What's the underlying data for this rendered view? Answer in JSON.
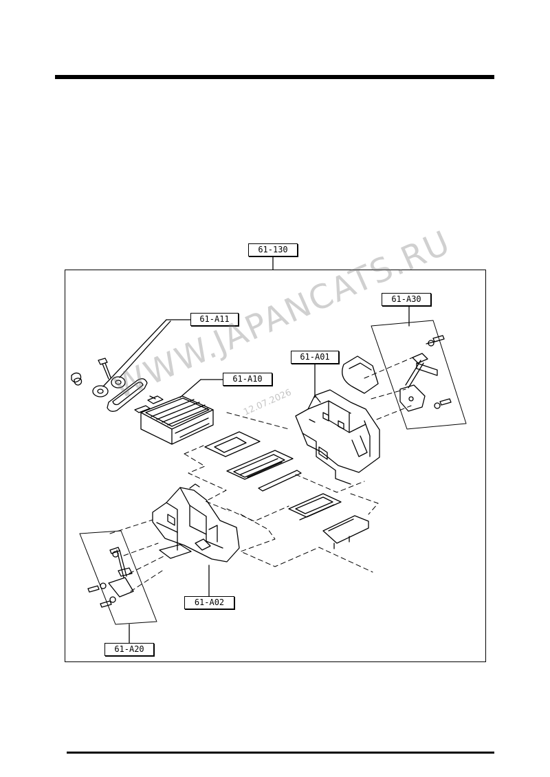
{
  "labels": {
    "assembly": "61-130",
    "a11": "61-A11",
    "a10": "61-A10",
    "a01": "61-A01",
    "a30": "61-A30",
    "a02": "61-A02",
    "a20": "61-A20"
  },
  "watermark": {
    "text": "WWW.JAPANCATS.RU",
    "date": "12.07.2026"
  }
}
